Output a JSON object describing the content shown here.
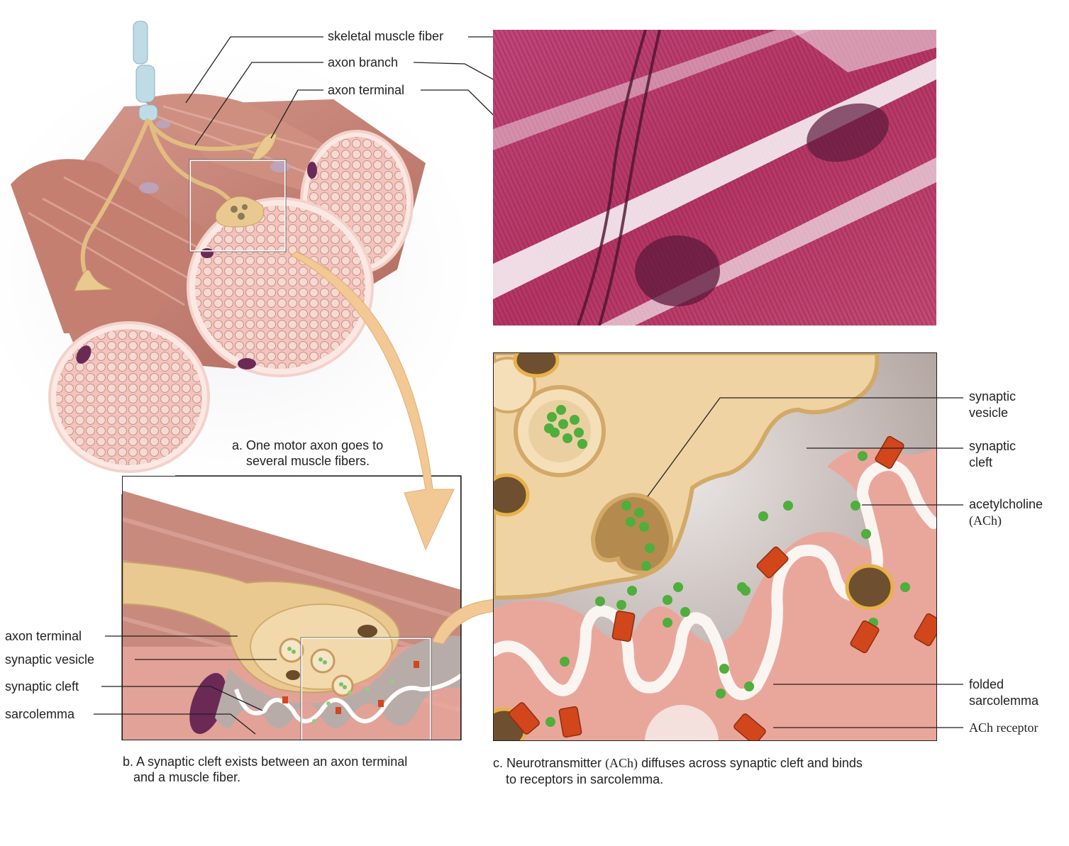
{
  "panel_a": {
    "labels": {
      "skeletal_muscle_fiber": "skeletal muscle fiber",
      "axon_branch": "axon branch",
      "axon_terminal": "axon terminal"
    },
    "caption_line1": "a. One motor axon goes to",
    "caption_line2": "several muscle fibers."
  },
  "panel_b": {
    "labels": {
      "axon_terminal": "axon terminal",
      "synaptic_vesicle": "synaptic vesicle",
      "synaptic_cleft": "synaptic cleft",
      "sarcolemma": "sarcolemma"
    },
    "caption_line1": "b. A synaptic cleft exists between an axon terminal",
    "caption_line2": "and a muscle fiber."
  },
  "panel_c": {
    "labels": {
      "synaptic_vesicle_1": "synaptic",
      "synaptic_vesicle_2": "vesicle",
      "synaptic_cleft_1": "synaptic",
      "synaptic_cleft_2": "cleft",
      "acetylcholine_1": "acetylcholine",
      "acetylcholine_2": "(ACh)",
      "folded_sarcolemma_1": "folded",
      "folded_sarcolemma_2": "sarcolemma",
      "ach_receptor": "ACh receptor"
    },
    "caption_pre": "c. Neurotransmitter",
    "caption_ach": "(ACh)",
    "caption_post": "diffuses across synaptic cleft and binds",
    "caption_line2": "to receptors in sarcolemma."
  },
  "colors": {
    "muscle": "#c9857a",
    "muscle_light": "#e8b3a8",
    "axon": "#e9c98f",
    "micrograph": "#b03a62",
    "ach": "#4fae3c",
    "receptor": "#d2461c"
  }
}
